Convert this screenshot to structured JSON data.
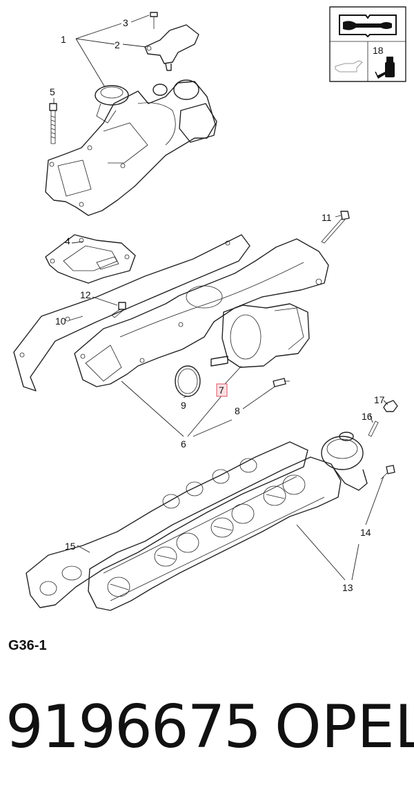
{
  "diagram": {
    "callouts": [
      "1",
      "2",
      "3",
      "4",
      "5",
      "6",
      "7",
      "8",
      "9",
      "10",
      "11",
      "12",
      "13",
      "14",
      "15",
      "16",
      "17",
      "18"
    ],
    "highlighted_callout": "7",
    "highlight_color": "#e05060",
    "icons": [
      "repair-manual-icon",
      "oil-can-icon",
      "hand-pump-bottle-icon"
    ]
  },
  "footer": {
    "ref_code": "G36-1",
    "part_number": "9196675",
    "brand": "OPEL"
  }
}
